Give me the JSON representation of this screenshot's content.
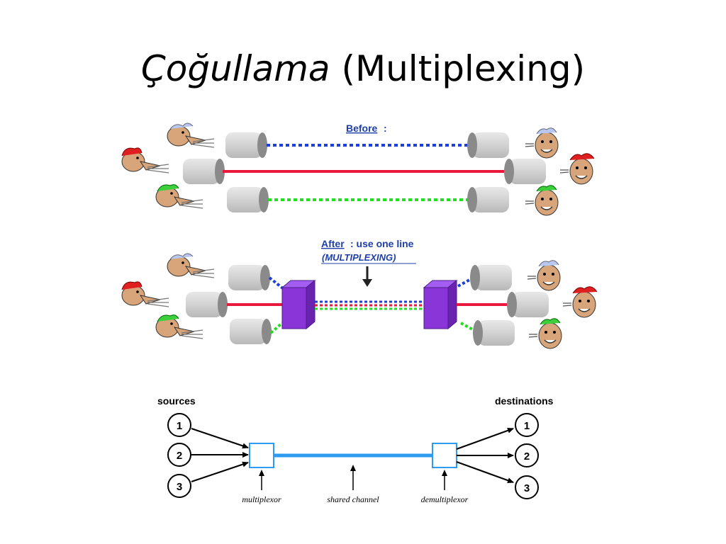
{
  "slide": {
    "title_turkish": "Çoğullama",
    "title_english": "(Multiplexing)"
  },
  "before": {
    "heading": "Before",
    "heading_colon": ":"
  },
  "after": {
    "heading": "After",
    "heading_rest": ": use one line",
    "subheading": "(MULTIPLEXING)"
  },
  "schematic": {
    "sources_label": "sources",
    "destinations_label": "destinations",
    "source_nodes": [
      "1",
      "2",
      "3"
    ],
    "destination_nodes": [
      "1",
      "2",
      "3"
    ],
    "multiplexor_label": "multiplexor",
    "shared_channel_label": "shared channel",
    "demultiplexor_label": "demultiplexor"
  },
  "colors": {
    "blue_line": "#1f3fd6",
    "red_line": "#e8193c",
    "green_line": "#22dd22",
    "mux_box": "#8a35d8",
    "channel": "#2d9bf0",
    "heading_blue": "#1d3fa6"
  }
}
